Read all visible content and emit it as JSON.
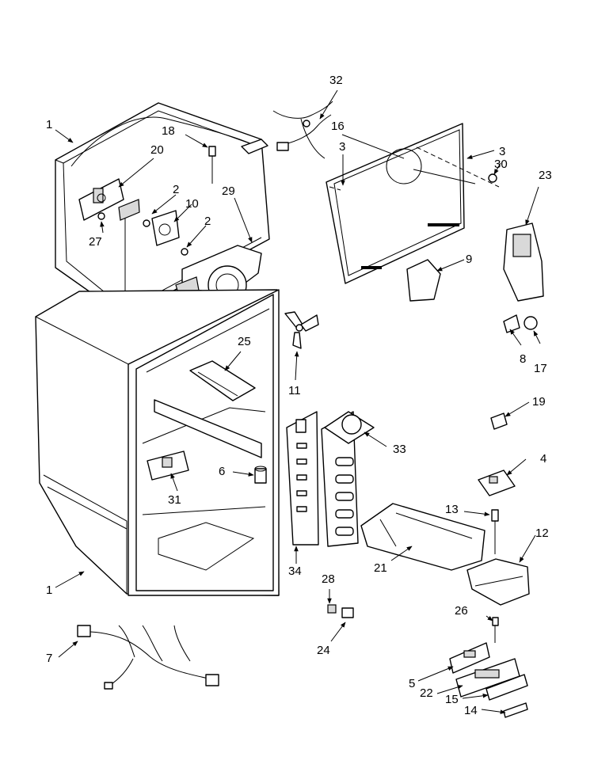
{
  "callouts": {
    "c1a": "1",
    "c1b": "1",
    "c2a": "2",
    "c2b": "2",
    "c3a": "3",
    "c3b": "3",
    "c4": "4",
    "c5": "5",
    "c6": "6",
    "c7": "7",
    "c8": "8",
    "c9": "9",
    "c10": "10",
    "c11": "11",
    "c12": "12",
    "c13": "13",
    "c14": "14",
    "c15": "15",
    "c16": "16",
    "c17": "17",
    "c18": "18",
    "c19": "19",
    "c20": "20",
    "c21": "21",
    "c22": "22",
    "c23": "23",
    "c24": "24",
    "c25": "25",
    "c26": "26",
    "c27": "27",
    "c28": "28",
    "c29": "29",
    "c30": "30",
    "c31": "31",
    "c32": "32",
    "c33": "33",
    "c34": "34"
  }
}
